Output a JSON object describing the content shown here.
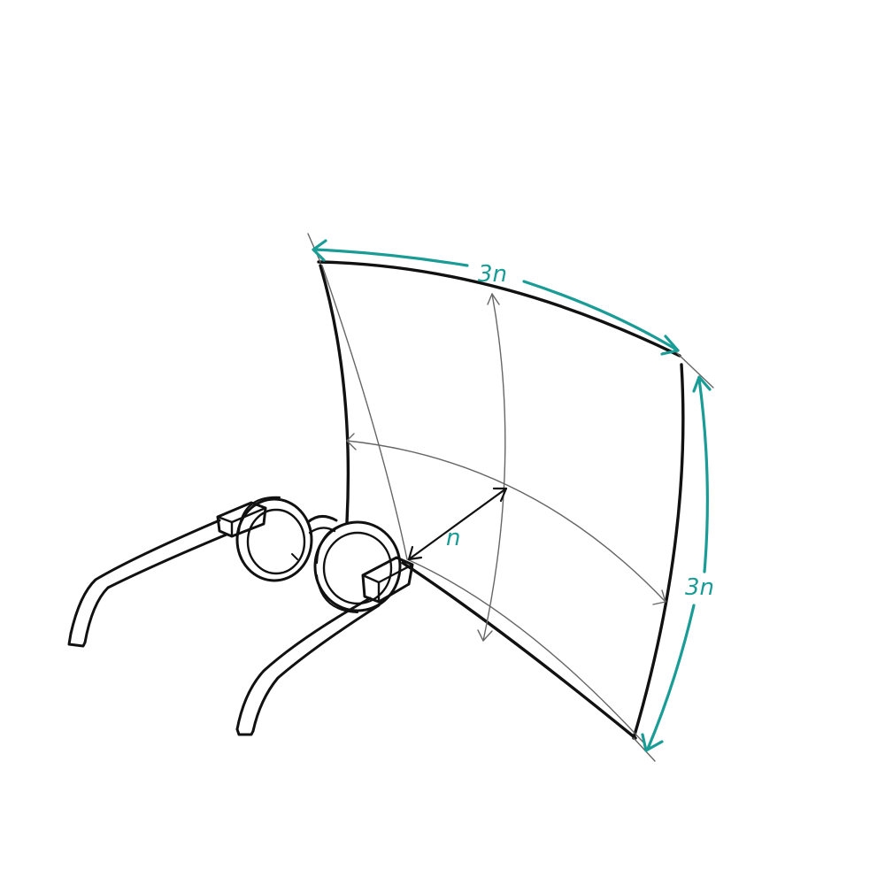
{
  "diagram": {
    "accent_color": "#1a9c96",
    "ink_color": "#111111",
    "labels": {
      "width": "3n",
      "height": "3n",
      "distance": "n"
    }
  }
}
